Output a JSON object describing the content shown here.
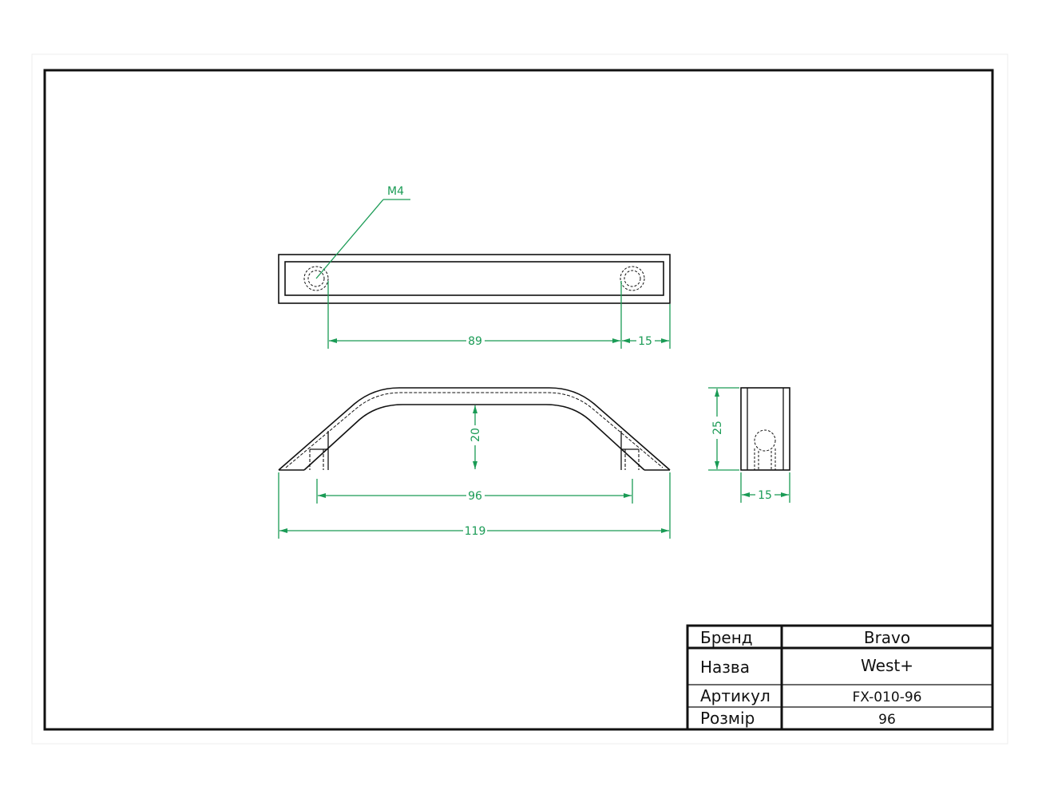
{
  "dimensions": {
    "thread": "M4",
    "hole_spacing_top": "89",
    "end_offset_top": "15",
    "height": "20",
    "hole_spacing": "96",
    "overall_length": "119",
    "side_height": "25",
    "side_width": "15"
  },
  "title_block": {
    "brand_label": "Бренд",
    "brand_value": "Bravo",
    "name_label": "Назва",
    "name_value": "West+",
    "article_label": "Артикул",
    "article_value": "FX-010-96",
    "size_label": "Розмір",
    "size_value": "96"
  },
  "colors": {
    "dimension": "#1a9b55",
    "outline": "#111111"
  }
}
